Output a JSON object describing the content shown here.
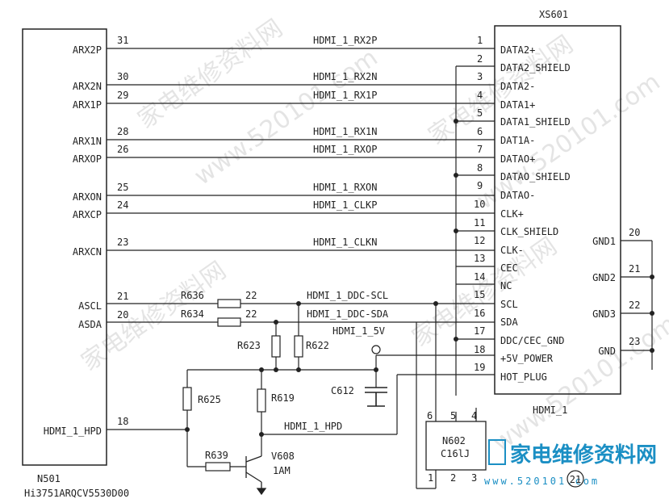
{
  "watermark": {
    "site_cn": "家电维修资料网",
    "site_url": "www.520101.com"
  },
  "n501": {
    "ref": "N501",
    "part": "Hi3751ARQCV5530D00",
    "pins": [
      {
        "name": "ARX2P",
        "num": "31"
      },
      {
        "name": "ARX2N",
        "num": "30"
      },
      {
        "name": "ARX1P",
        "num": "29"
      },
      {
        "name": "ARX1N",
        "num": "28"
      },
      {
        "name": "ARXOP",
        "num": "26"
      },
      {
        "name": "ARXON",
        "num": "25"
      },
      {
        "name": "ARXCP",
        "num": "24"
      },
      {
        "name": "ARXCN",
        "num": "23"
      },
      {
        "name": "ASCL",
        "num": "21"
      },
      {
        "name": "ASDA",
        "num": "20"
      },
      {
        "name": "HDMI_1_HPD",
        "num": "18"
      }
    ]
  },
  "xs601": {
    "ref": "XS601",
    "name": "HDMI_1",
    "pins": [
      {
        "num": "1",
        "name": "DATA2+"
      },
      {
        "num": "2",
        "name": "DATA2_SHIELD"
      },
      {
        "num": "3",
        "name": "DATA2-"
      },
      {
        "num": "4",
        "name": "DATA1+"
      },
      {
        "num": "5",
        "name": "DATA1_SHIELD"
      },
      {
        "num": "6",
        "name": "DAT1A-"
      },
      {
        "num": "7",
        "name": "DATAO+"
      },
      {
        "num": "8",
        "name": "DATAO_SHIELD"
      },
      {
        "num": "9",
        "name": "DATAO-"
      },
      {
        "num": "10",
        "name": "CLK+"
      },
      {
        "num": "11",
        "name": "CLK_SHIELD"
      },
      {
        "num": "12",
        "name": "CLK-"
      },
      {
        "num": "13",
        "name": "CEC"
      },
      {
        "num": "14",
        "name": "NC"
      },
      {
        "num": "15",
        "name": "SCL"
      },
      {
        "num": "16",
        "name": "SDA"
      },
      {
        "num": "17",
        "name": "DDC/CEC_GND"
      },
      {
        "num": "18",
        "name": "+5V_POWER"
      },
      {
        "num": "19",
        "name": "HOT_PLUG"
      }
    ],
    "gnd_pins": [
      {
        "name": "GND1",
        "num": "20"
      },
      {
        "name": "GND2",
        "num": "21"
      },
      {
        "name": "GND3",
        "num": "22"
      },
      {
        "name": "GND",
        "num": "23"
      }
    ]
  },
  "nets": {
    "rx2p": "HDMI_1_RX2P",
    "rx2n": "HDMI_1_RX2N",
    "rx1p": "HDMI_1_RX1P",
    "rx1n": "HDMI_1_RX1N",
    "rx0p": "HDMI_1_RXOP",
    "rx0n": "HDMI_1_RXON",
    "clkp": "HDMI_1_CLKP",
    "clkn": "HDMI_1_CLKN",
    "ddc_scl": "HDMI_1_DDC-SCL",
    "ddc_sda": "HDMI_1_DDC-SDA",
    "v5": "HDMI_1_5V",
    "hpd": "HDMI_1_HPD"
  },
  "parts": {
    "r636": {
      "ref": "R636",
      "value": "22"
    },
    "r634": {
      "ref": "R634",
      "value": "22"
    },
    "r623": {
      "ref": "R623"
    },
    "r622": {
      "ref": "R622"
    },
    "r625": {
      "ref": "R625"
    },
    "r619": {
      "ref": "R619"
    },
    "r639": {
      "ref": "R639"
    },
    "c612": {
      "ref": "C612"
    },
    "v608": {
      "ref": "V608",
      "value": "1AM"
    },
    "n602": {
      "ref": "N602",
      "marking": "C16lJ",
      "pins": [
        "6",
        "5",
        "4",
        "1",
        "2",
        "3"
      ]
    }
  },
  "footer": {
    "logo_text": "家电维修资料网",
    "url_text": "www.520101.com",
    "page_num": "21"
  }
}
